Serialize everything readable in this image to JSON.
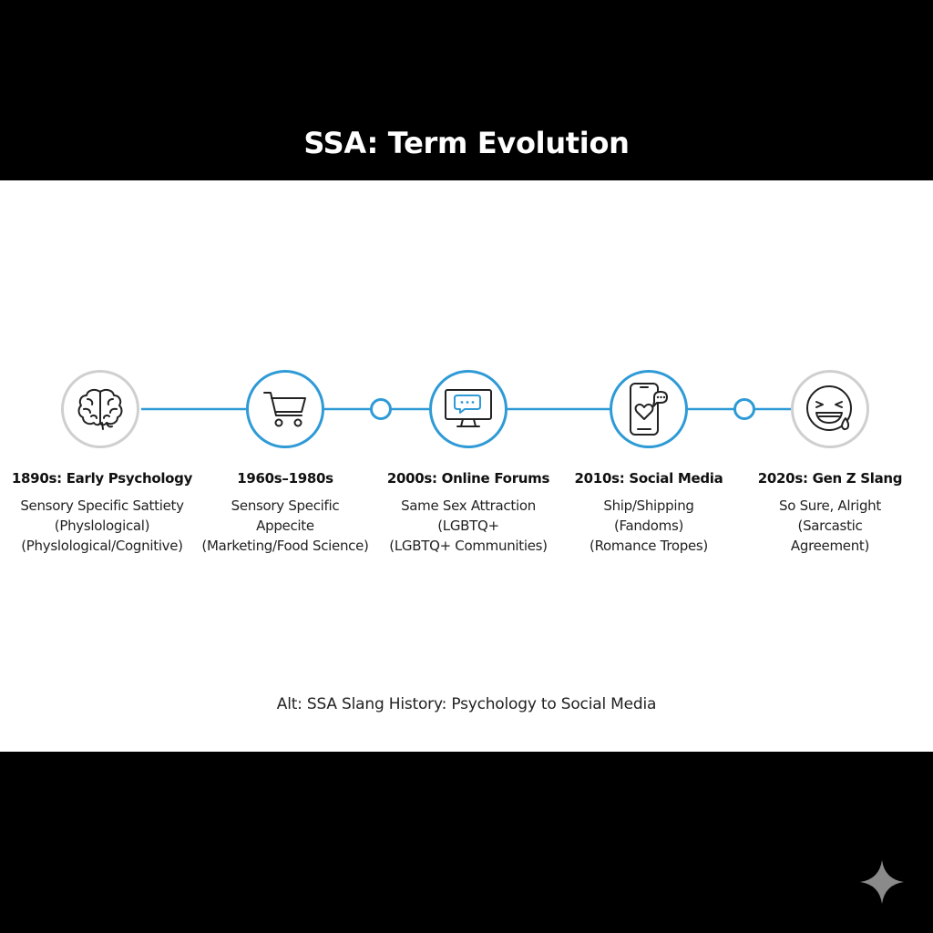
{
  "title": "SSA: Term Evolution",
  "stages": [
    {
      "title": "1890s: Early Psychology",
      "lines": [
        "Sensory Specific Sattiety",
        "(Physlological)",
        "(Physlological/Cognitive)"
      ],
      "icon": "brain-icon"
    },
    {
      "title": "1960s–1980s",
      "lines": [
        "Sensory Specific",
        "Appecite",
        "(Marketing/Food Science)"
      ],
      "icon": "shopping-cart-icon"
    },
    {
      "title": "2000s: Online Forums",
      "lines": [
        "Same Sex Attraction",
        "(LGBTQ+",
        "(LGBTQ+ Communities)"
      ],
      "icon": "monitor-chat-icon"
    },
    {
      "title": "2010s: Social Media",
      "lines": [
        "Ship/Shipping",
        "(Fandoms)",
        "(Romance Tropes)"
      ],
      "icon": "smartphone-heart-icon"
    },
    {
      "title": "2020s: Gen Z Slang",
      "lines": [
        "So Sure, Alright",
        "(Sarcastic",
        "Agreement)"
      ],
      "icon": "laughing-emoji-icon"
    }
  ],
  "alt_text": "Alt: SSA Slang History: Psychology to Social Media",
  "colors": {
    "accent": "#2e9ad6",
    "node_grey": "#cfcfcf",
    "background_top": "#000000",
    "panel": "#ffffff"
  },
  "watermark_icon": "sparkle-icon"
}
